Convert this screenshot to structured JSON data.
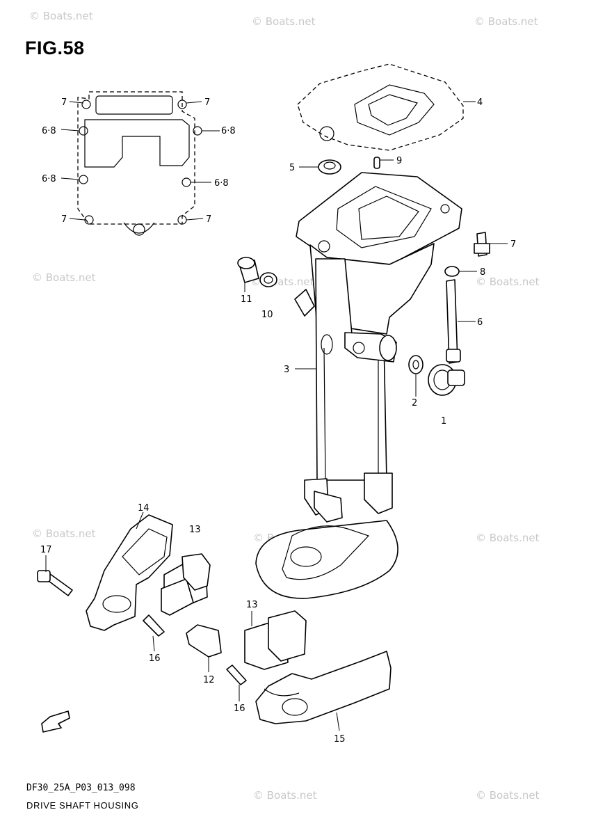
{
  "figure_title": "FIG.58",
  "diagram_code": "DF30_25A_P03_013_098",
  "caption": "DRIVE SHAFT HOUSING",
  "watermark": "© Boats.net",
  "callouts": {
    "gasket_7_top_left": "7",
    "gasket_7_top_right": "7",
    "gasket_68_upper_left": "6·8",
    "gasket_68_upper_right": "6·8",
    "gasket_68_lower_left": "6·8",
    "gasket_68_lower_right": "6·8",
    "gasket_7_bottom_left": "7",
    "gasket_7_bottom_right": "7",
    "p4": "4",
    "p5": "5",
    "p9": "9",
    "p7": "7",
    "p8": "8",
    "p6": "6",
    "p11": "11",
    "p10": "10",
    "p3": "3",
    "p2": "2",
    "p1": "1",
    "p14": "14",
    "p13_upper": "13",
    "p17": "17",
    "p16_left": "16",
    "p12": "12",
    "p13_lower": "13",
    "p16_right": "16",
    "p15": "15"
  },
  "direction_icon": "fwd-arrow-icon"
}
